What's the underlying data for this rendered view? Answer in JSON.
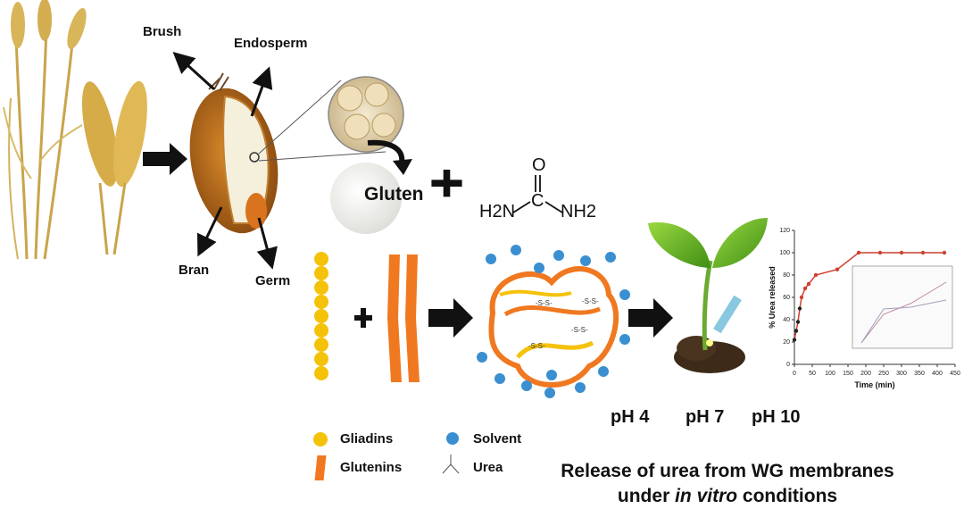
{
  "grain_labels": {
    "brush": "Brush",
    "endosperm": "Endosperm",
    "bran": "Bran",
    "germ": "Germ"
  },
  "reactants": {
    "gluten": "Gluten",
    "plus": "+",
    "urea_formula": {
      "o": "O",
      "c": "C",
      "h2n": "H2N",
      "nh2": "NH2"
    }
  },
  "ph_labels": [
    "pH 4",
    "pH 7",
    "pH 10"
  ],
  "legend": {
    "gliadins": "Gliadins",
    "glutenins": "Glutenins",
    "solvent": "Solvent",
    "urea": "Urea"
  },
  "caption": {
    "line1": "Release of urea from WG membranes",
    "line2_pre": "under ",
    "line2_italic": "in vitro",
    "line2_post": " conditions"
  },
  "chart_data": {
    "type": "line",
    "xlabel": "Time (min)",
    "ylabel": "% Urea released",
    "xlim": [
      0,
      450
    ],
    "ylim": [
      0,
      120
    ],
    "x_ticks": [
      "0",
      "50",
      "100",
      "150",
      "200",
      "250",
      "300",
      "350",
      "400",
      "450"
    ],
    "y_ticks": [
      "0",
      "20",
      "40",
      "60",
      "80",
      "100",
      "120"
    ],
    "series": [
      {
        "values_x": [
          0,
          5,
          10,
          15,
          20,
          30,
          40,
          60,
          120,
          180,
          240,
          300,
          360,
          420
        ],
        "values_y": [
          22,
          30,
          38,
          50,
          60,
          68,
          72,
          80,
          85,
          100,
          100,
          100,
          100,
          100
        ]
      }
    ],
    "colors": {
      "series1": "#d04030",
      "series2": "#222222"
    }
  },
  "colors": {
    "gliadin": "#f5c20a",
    "glutenin": "#f07820",
    "solvent": "#3a8fd0",
    "arrow": "#111111"
  }
}
